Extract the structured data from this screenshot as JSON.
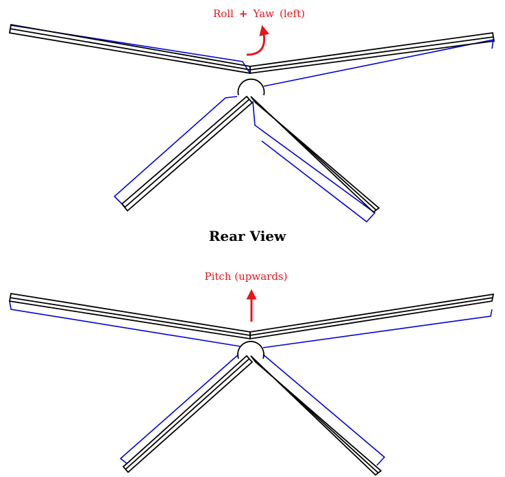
{
  "top": {
    "label_part1": "Roll",
    "label_plus": "+",
    "label_part2": "Yaw",
    "label_part3": "(left)"
  },
  "section_title": "Rear View",
  "bottom": {
    "label": "Pitch (upwards)"
  },
  "colors": {
    "outline": "#000000",
    "displaced": "#0000dd",
    "annotation": "#e8141b"
  },
  "icons": [
    "curved-arrow-icon",
    "up-arrow-icon"
  ]
}
